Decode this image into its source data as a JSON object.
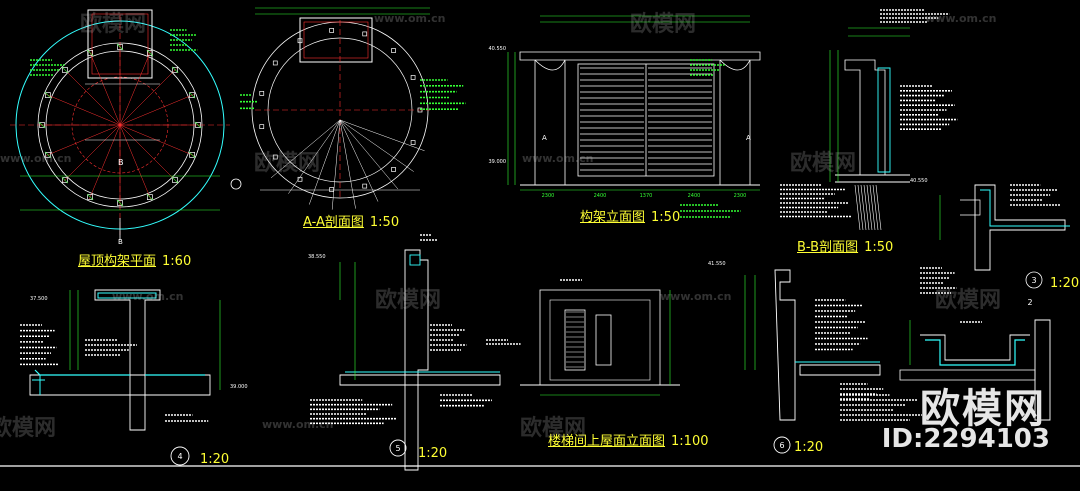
{
  "drawing_titles": {
    "roof_plan": "屋顶构架平面",
    "roof_plan_scale": "1:60",
    "section_aa": "A-A剖面图",
    "section_aa_scale": "1:50",
    "elevation": "构架立面图",
    "elevation_scale": "1:50",
    "section_bb": "B-B剖面图",
    "section_bb_scale": "1:50",
    "stair_elevation": "楼梯间上屋面立面图",
    "stair_elevation_scale": "1:100",
    "detail_scale_1": "1:20",
    "detail_scale_2": "1:20",
    "detail_scale_3": "1:20",
    "detail_scale_4": "1:20"
  },
  "detail_markers": [
    "4",
    "5",
    "6",
    "3",
    "2"
  ],
  "section_letters": {
    "b_top": "B",
    "b_bottom": "B",
    "a_left": "A",
    "a_right": "A"
  },
  "elevation_dims": [
    "2300",
    "2400",
    "1370",
    "2400",
    "2300"
  ],
  "elevation_levels": [
    "40.550",
    "39.000"
  ],
  "detail_levels": [
    "37.500",
    "39.000",
    "40.550",
    "41.550",
    "38.550"
  ],
  "watermarks": {
    "brand": "欧模网",
    "site": "www.om.cn"
  },
  "stamp": {
    "logo": "欧模网",
    "id": "ID:2294103"
  },
  "colors": {
    "background": "#000000",
    "line_white": "#ffffff",
    "line_red": "#ff3030",
    "line_cyan": "#33ffff",
    "line_green": "#33ff33",
    "line_yellow": "#ffff33",
    "line_magenta": "#ff33ff"
  }
}
